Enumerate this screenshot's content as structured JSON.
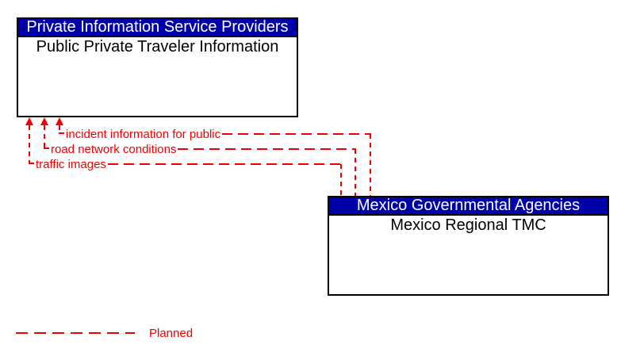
{
  "diagram": {
    "boxes": [
      {
        "header": "Private Information Service Providers",
        "body": "Public Private Traveler Information"
      },
      {
        "header": "Mexico Governmental Agencies",
        "body": "Mexico Regional TMC"
      }
    ],
    "flows": [
      {
        "label": "incident information for public"
      },
      {
        "label": "road network conditions"
      },
      {
        "label": "traffic images"
      }
    ],
    "legend": {
      "label": "Planned"
    },
    "colors": {
      "header_bg": "#0000A8",
      "header_text": "#FFFFFF",
      "line": "#EE0000",
      "border": "#000000",
      "background": "#FFFFFF"
    }
  }
}
